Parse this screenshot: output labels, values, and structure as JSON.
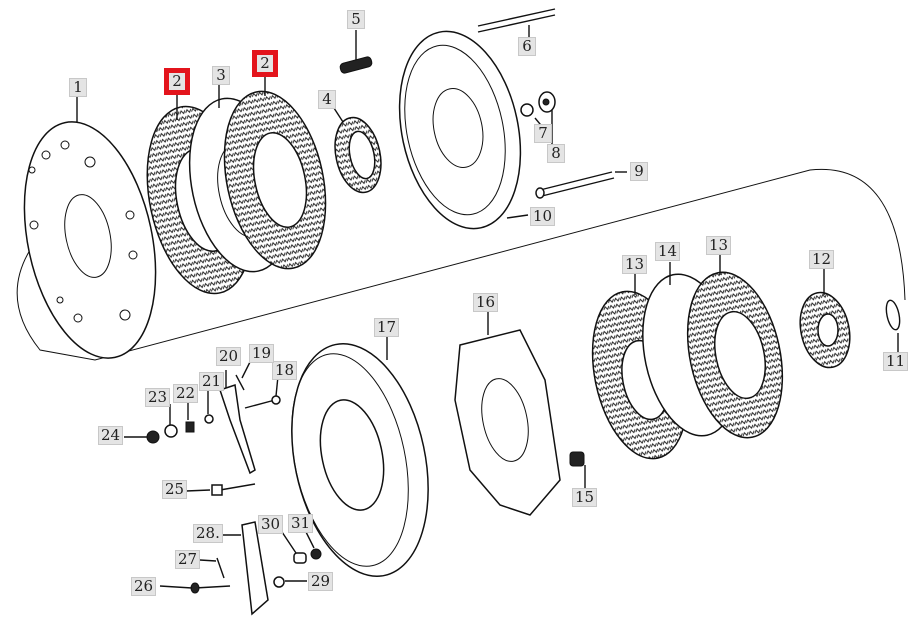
{
  "diagram": {
    "title": "Clutch / brake assembly exploded parts view",
    "highlight_color": "#e3141c",
    "callouts": [
      {
        "id": "c1",
        "label": "1",
        "highlighted": false
      },
      {
        "id": "c2a",
        "label": "2",
        "highlighted": true
      },
      {
        "id": "c3",
        "label": "3",
        "highlighted": false
      },
      {
        "id": "c2b",
        "label": "2",
        "highlighted": true
      },
      {
        "id": "c5",
        "label": "5",
        "highlighted": false
      },
      {
        "id": "c4",
        "label": "4",
        "highlighted": false
      },
      {
        "id": "c6",
        "label": "6",
        "highlighted": false
      },
      {
        "id": "c7",
        "label": "7",
        "highlighted": false
      },
      {
        "id": "c8",
        "label": "8",
        "highlighted": false
      },
      {
        "id": "c9",
        "label": "9",
        "highlighted": false
      },
      {
        "id": "c10",
        "label": "10",
        "highlighted": false
      },
      {
        "id": "c11",
        "label": "11",
        "highlighted": false
      },
      {
        "id": "c12",
        "label": "12",
        "highlighted": false
      },
      {
        "id": "c13a",
        "label": "13",
        "highlighted": false
      },
      {
        "id": "c14",
        "label": "14",
        "highlighted": false
      },
      {
        "id": "c13b",
        "label": "13",
        "highlighted": false
      },
      {
        "id": "c15",
        "label": "15",
        "highlighted": false
      },
      {
        "id": "c16",
        "label": "16",
        "highlighted": false
      },
      {
        "id": "c17",
        "label": "17",
        "highlighted": false
      },
      {
        "id": "c18",
        "label": "18",
        "highlighted": false
      },
      {
        "id": "c19",
        "label": "19",
        "highlighted": false
      },
      {
        "id": "c20",
        "label": "20",
        "highlighted": false
      },
      {
        "id": "c21",
        "label": "21",
        "highlighted": false
      },
      {
        "id": "c22",
        "label": "22",
        "highlighted": false
      },
      {
        "id": "c23",
        "label": "23",
        "highlighted": false
      },
      {
        "id": "c24",
        "label": "24",
        "highlighted": false
      },
      {
        "id": "c25",
        "label": "25",
        "highlighted": false
      },
      {
        "id": "c26",
        "label": "26",
        "highlighted": false
      },
      {
        "id": "c27",
        "label": "27",
        "highlighted": false
      },
      {
        "id": "c28",
        "label": "28.",
        "highlighted": false
      },
      {
        "id": "c29",
        "label": "29",
        "highlighted": false
      },
      {
        "id": "c30",
        "label": "30",
        "highlighted": false
      },
      {
        "id": "c31",
        "label": "31",
        "highlighted": false
      }
    ]
  }
}
